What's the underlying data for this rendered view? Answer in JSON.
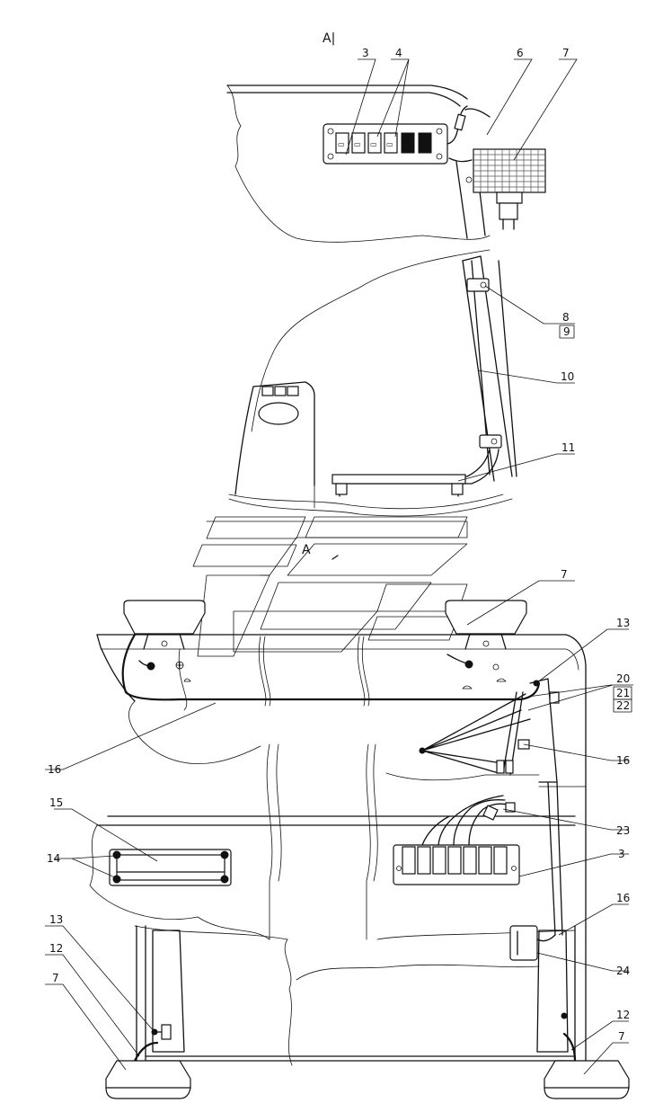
{
  "view_labels": {
    "view_a_top": "A|",
    "view_a_arrow": "A"
  },
  "callouts": {
    "c3_top": "3",
    "c4": "4",
    "c6": "6",
    "c7_top": "7",
    "c8": "8",
    "c9": "9",
    "c10": "10",
    "c11": "11",
    "c7_mid": "7",
    "c13_right": "13",
    "c20": "20",
    "c21": "21",
    "c22": "22",
    "c16_left": "16",
    "c16_right": "16",
    "c23": "23",
    "c15": "15",
    "c14": "14",
    "c3_mid": "3",
    "c16_lower": "16",
    "c24": "24",
    "c13_left": "13",
    "c12_left": "12",
    "c7_left": "7",
    "c12_right": "12",
    "c7_right": "7"
  }
}
